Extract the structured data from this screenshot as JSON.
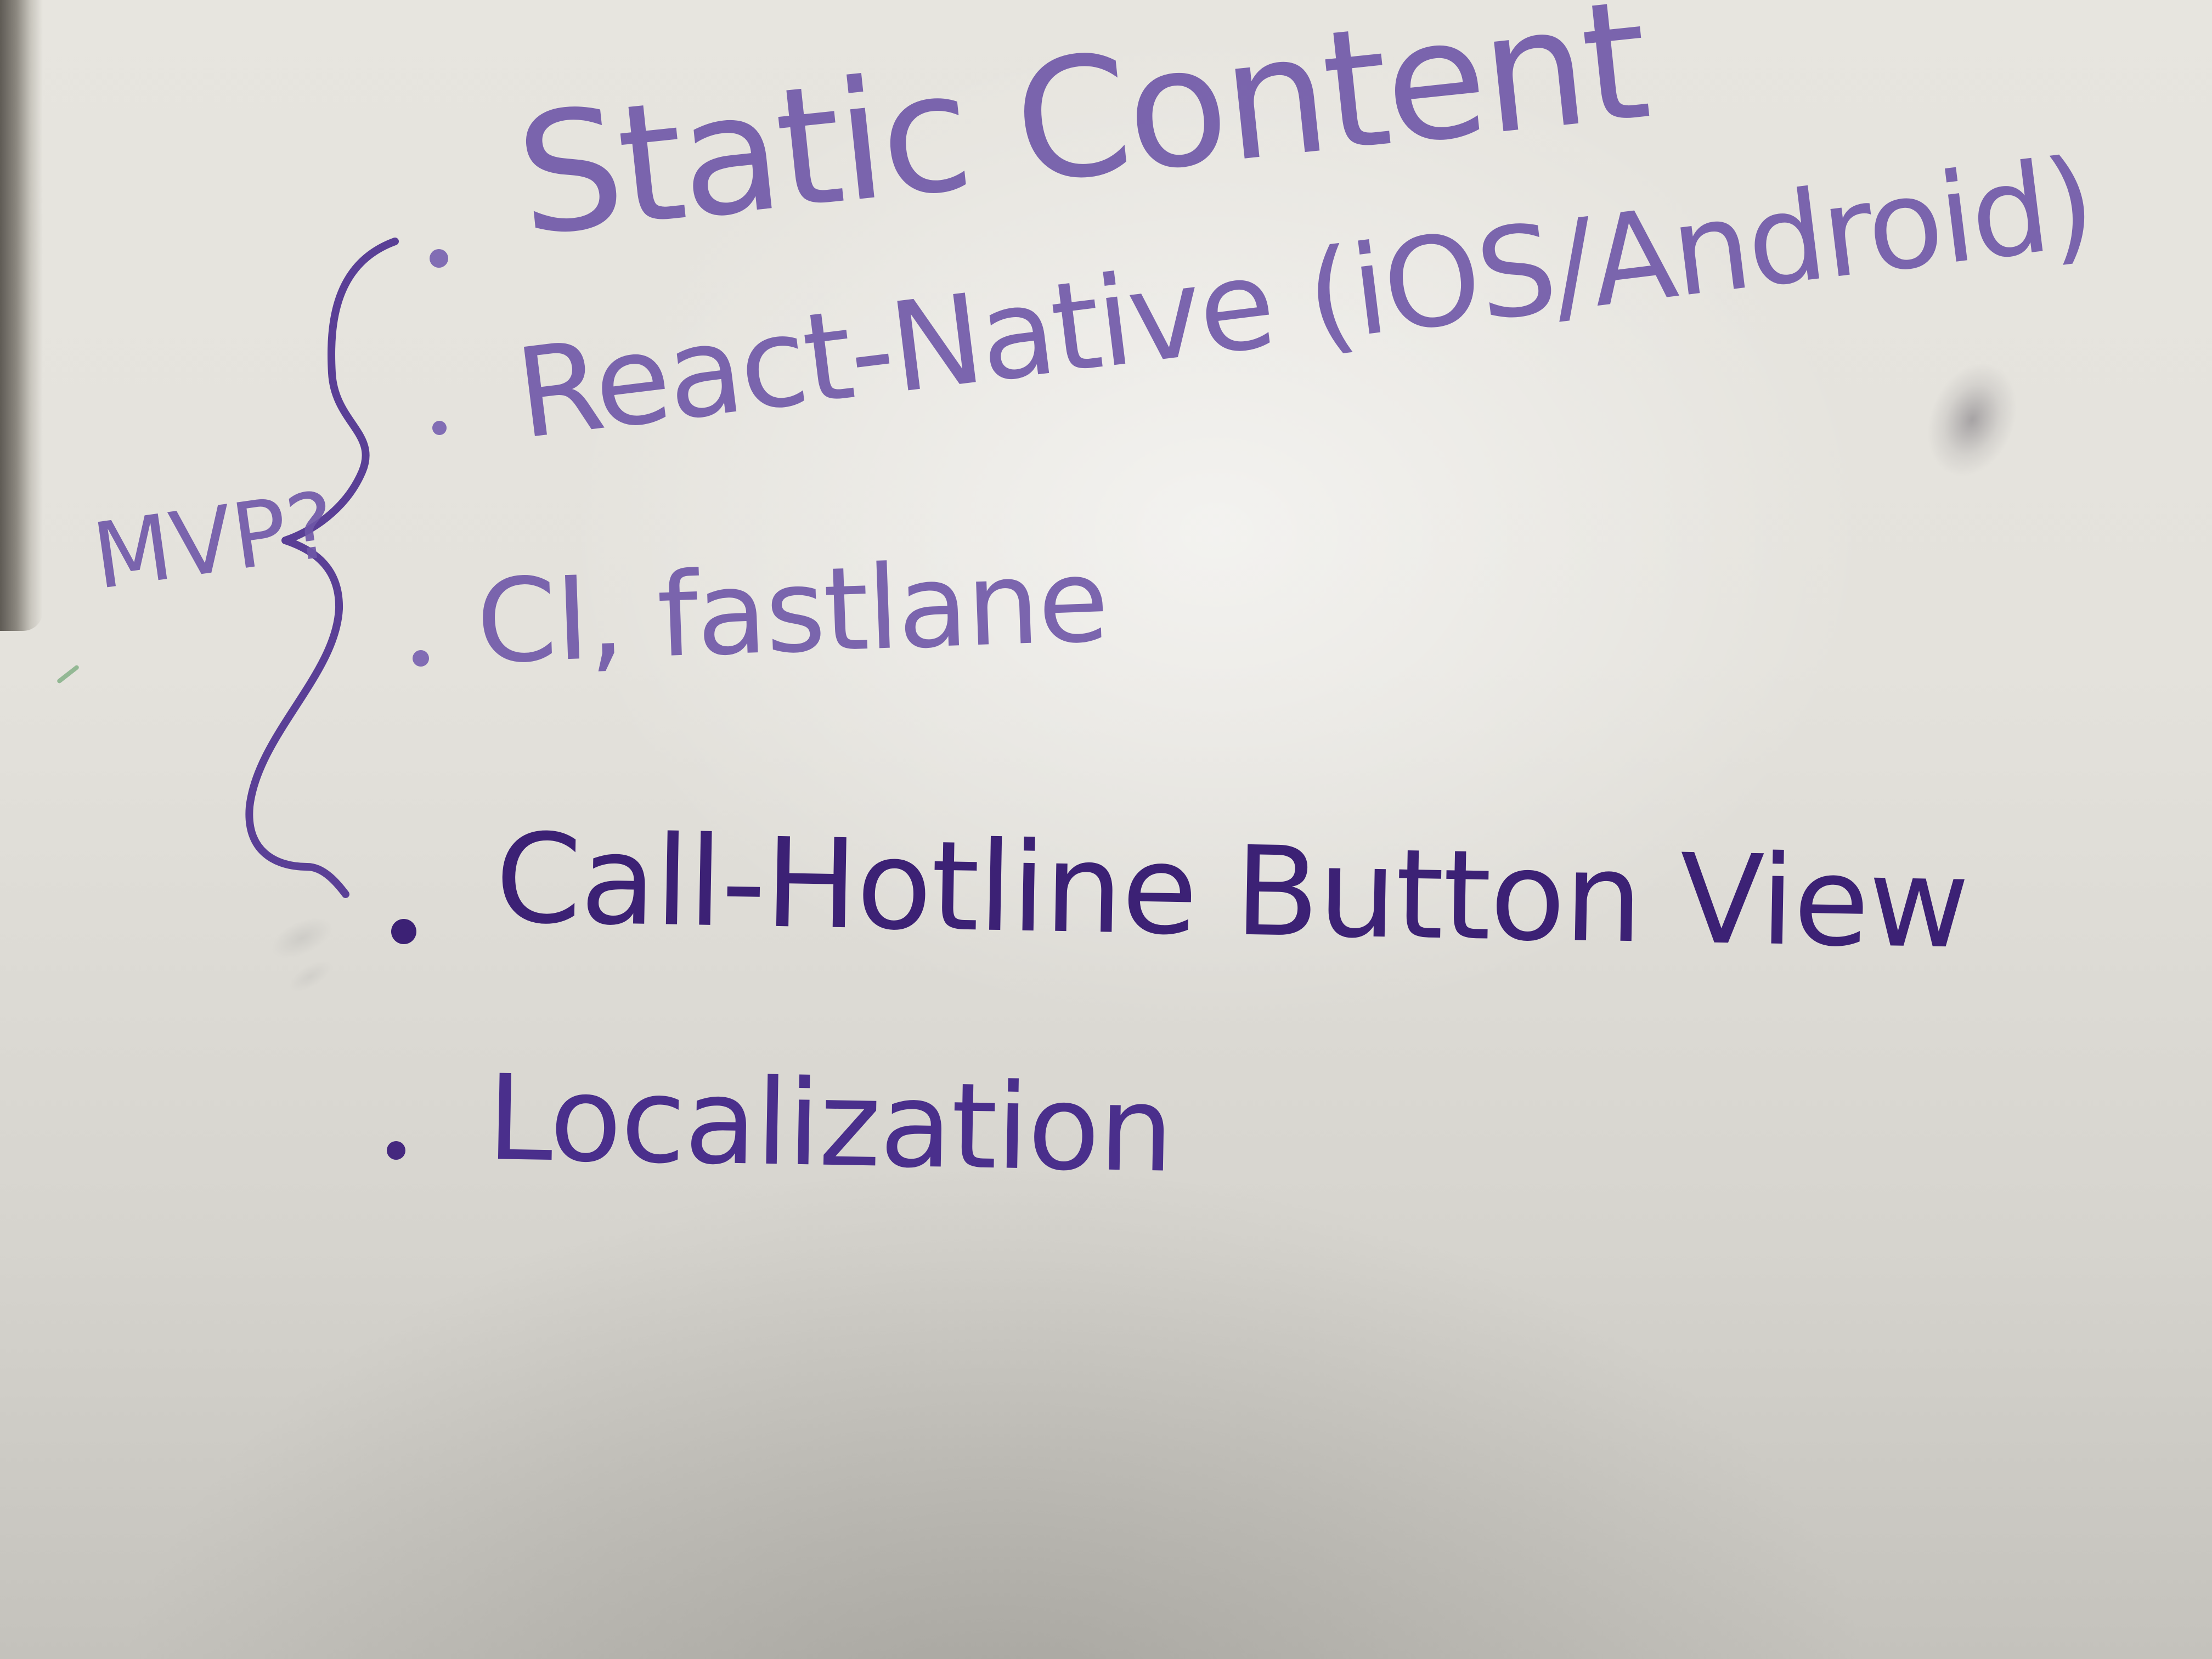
{
  "annotation": "MVP?",
  "items": [
    "Static Content",
    "React-Native (iOS/Android)",
    "CI, fastlane",
    "Call-Hotline Button View",
    "Localization"
  ],
  "colors": {
    "ink_light": "#6f57a8",
    "ink_dark": "#3c2175",
    "board": "#e4e2dc"
  }
}
